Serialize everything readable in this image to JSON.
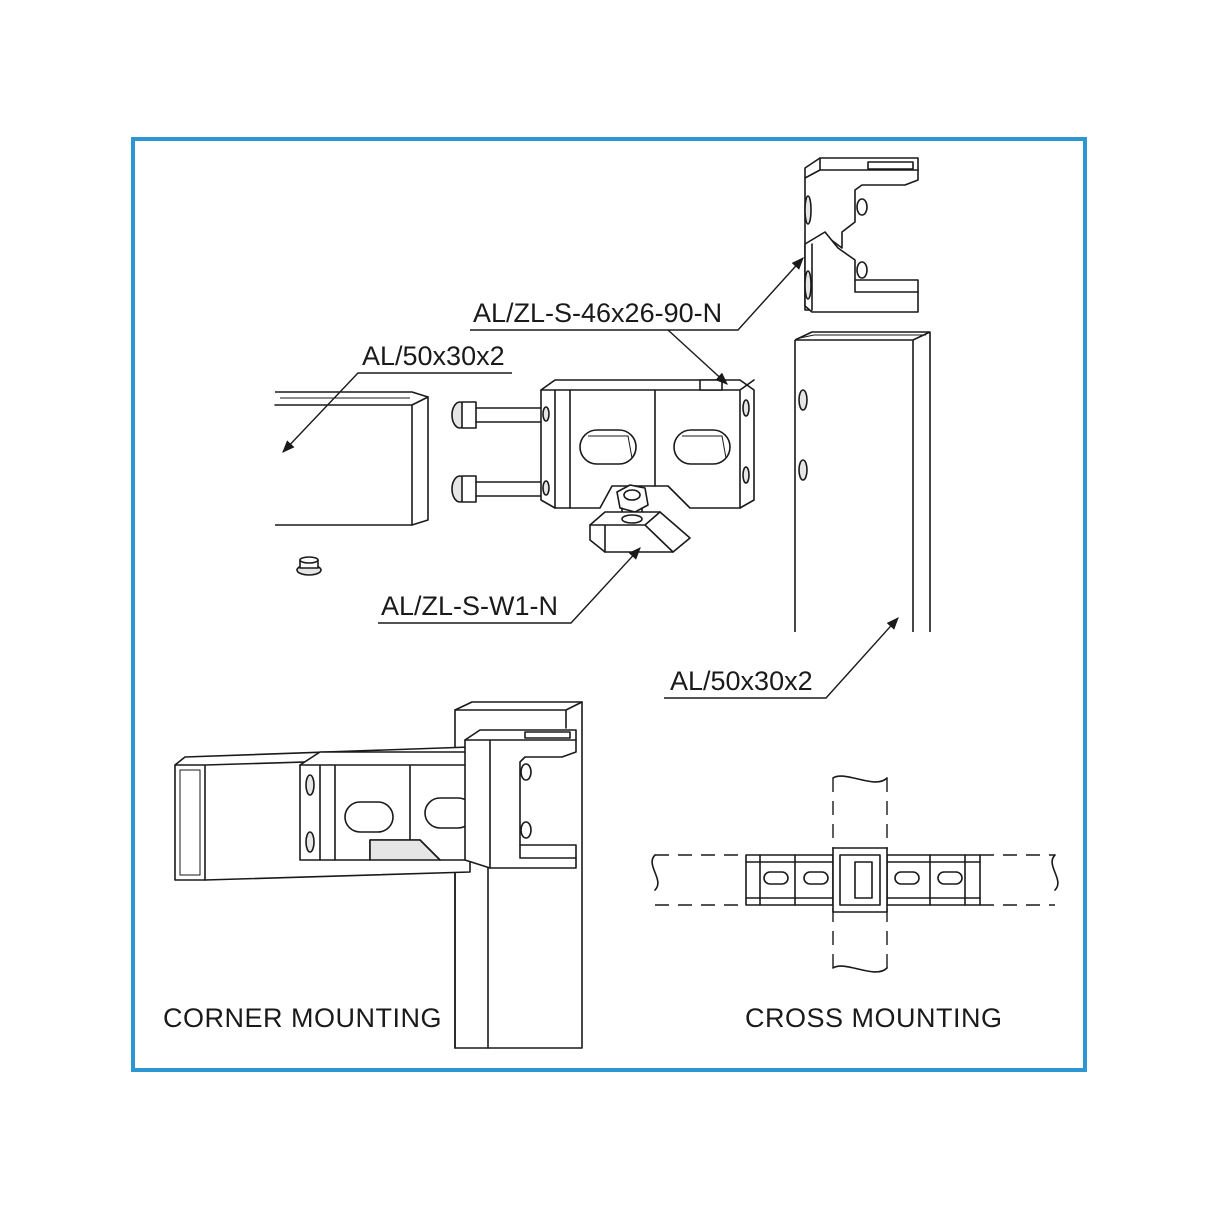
{
  "colors": {
    "frame": "#2e96d3",
    "line": "#1a1a1a",
    "background": "#ffffff"
  },
  "labels": {
    "connector": "AL/ZL-S-46x26-90-N",
    "profile_horizontal": "AL/50x30x2",
    "wedge": "AL/ZL-S-W1-N",
    "profile_vertical": "AL/50x30x2"
  },
  "captions": {
    "corner": "CORNER MOUNTING",
    "cross": "CROSS MOUNTING"
  }
}
